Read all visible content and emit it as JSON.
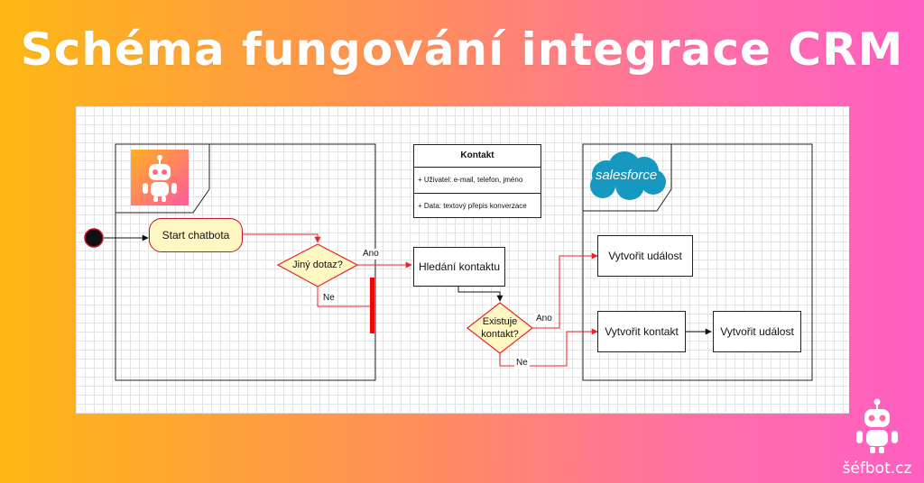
{
  "header": {
    "title": "Schéma fungování integrace CRM"
  },
  "diagram": {
    "start_node": "Start chatbota",
    "decision_other_query": {
      "line1": "Jiný dotaz?"
    },
    "label_yes_1": "Ano",
    "label_no_1": "Ne",
    "search_contact": "Hledání kontaktu",
    "decision_contact_exists": {
      "line1": "Existuje",
      "line2": "kontakt?"
    },
    "label_yes_2": "Ano",
    "label_no_2": "Ne",
    "create_event_1": "Vytvořit událost",
    "create_contact": "Vytvořit kontakt",
    "create_event_2": "Vytvořit událost",
    "class_box": {
      "title": "Kontakt",
      "attr_user": "+ Uživatel: e-mail, telefon, jméno",
      "attr_data": "+ Data: textový přepis konverzace"
    },
    "salesforce_logo_text": "salesforce"
  },
  "brand": {
    "name": "šéfbot.cz"
  },
  "icons": {
    "bot_logo": "robot-icon",
    "salesforce_logo": "salesforce-cloud-icon",
    "brand_logo": "robot-icon"
  },
  "colors": {
    "flow_line": "#E8232A",
    "start_fill": "#FFF7C2",
    "decision_fill": "#FFF7C2",
    "salesforce_blue": "#1798C1",
    "bar": "#FF0000"
  }
}
